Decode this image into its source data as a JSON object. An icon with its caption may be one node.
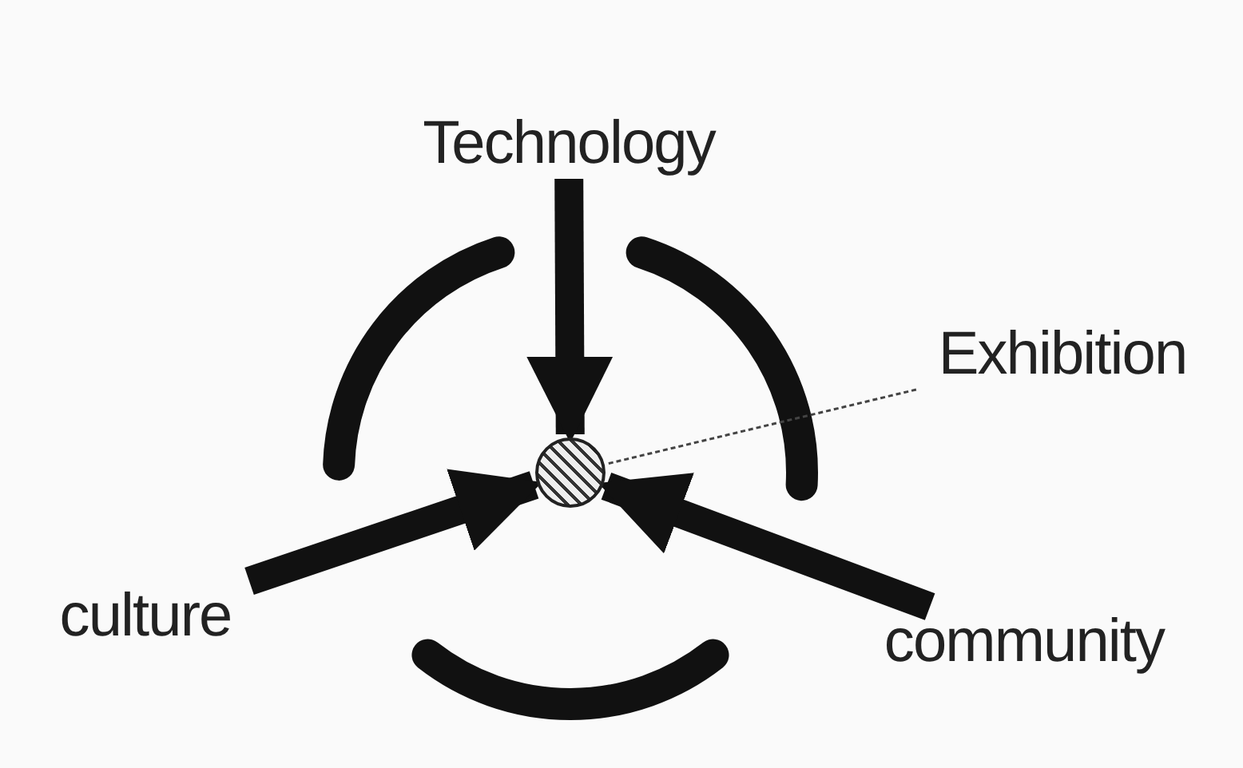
{
  "diagram": {
    "nodes": [
      {
        "text": [
          "Technology"
        ]
      },
      {
        "text": [
          "Exhibition"
        ]
      },
      {
        "text": [
          "culture"
        ]
      },
      {
        "text": [
          "community"
        ]
      },
      {
        "text": [],
        "shape": "circle"
      }
    ],
    "edges": [
      {
        "from": 0,
        "to": 4,
        "arrow": "to"
      },
      {
        "from": 2,
        "to": 4,
        "arrow": "to"
      },
      {
        "from": 3,
        "to": 4,
        "arrow": "to"
      },
      {
        "from": 1,
        "to": 4,
        "arrow": "none",
        "style": "dashed"
      }
    ]
  }
}
